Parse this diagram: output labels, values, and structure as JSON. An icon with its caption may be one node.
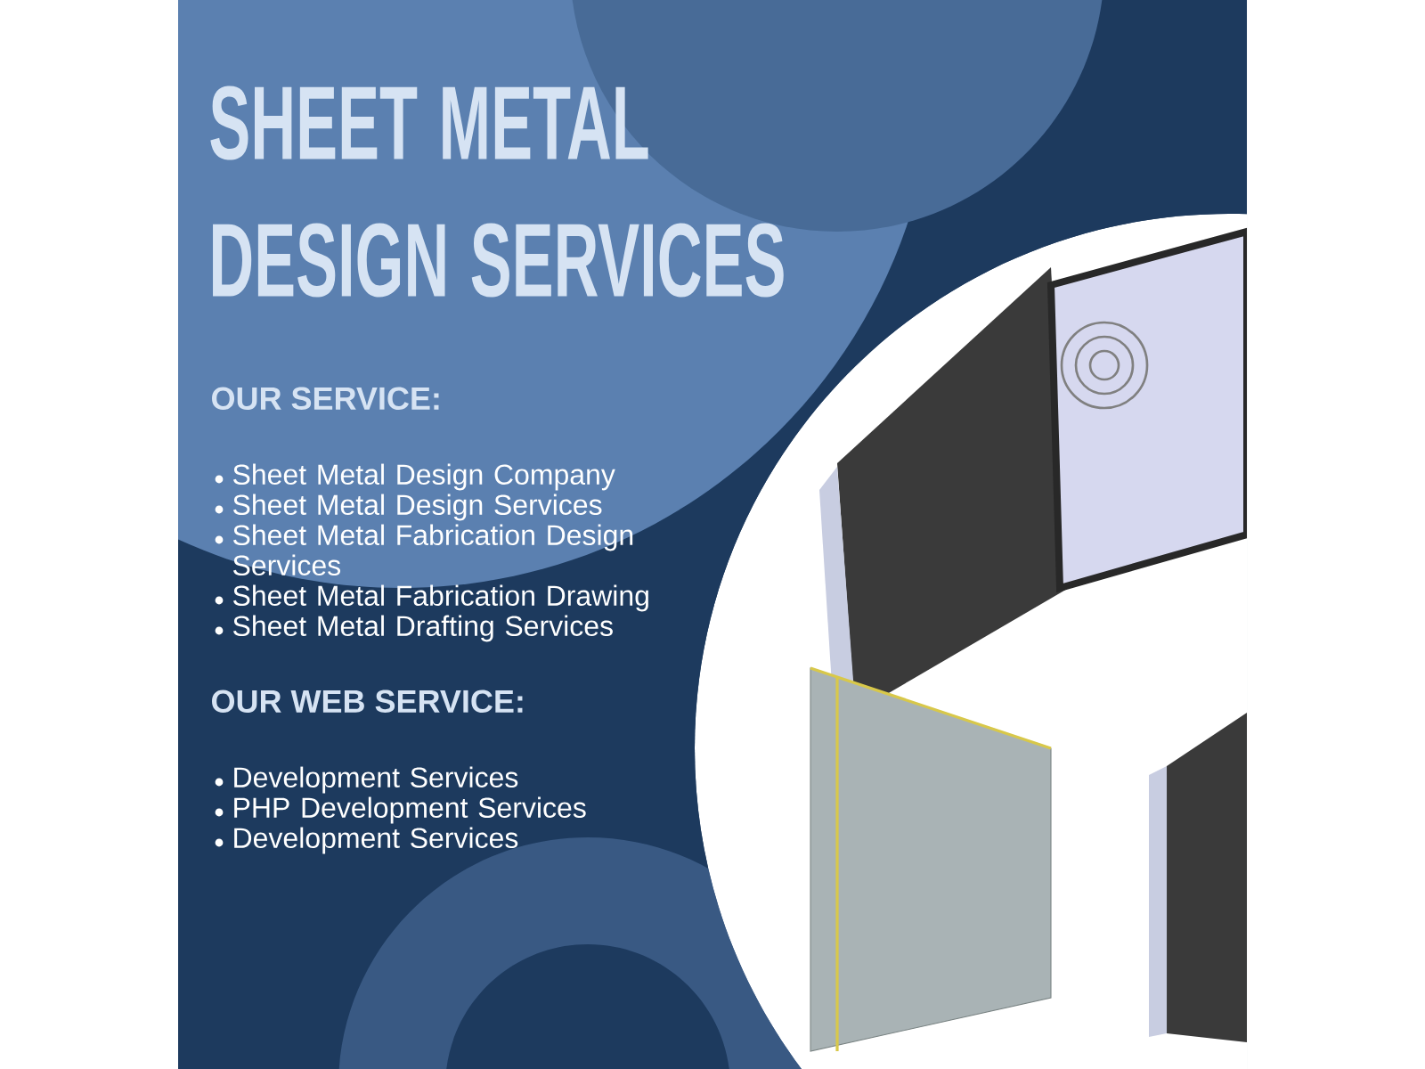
{
  "diagram": {
    "title": "SHEET METAL DESIGN SERVICES",
    "labels": [
      "OUR SERVICE:",
      "Sheet Metal Design Company",
      "Sheet Metal Design Services",
      "Sheet Metal Fabrication Design Services",
      "Sheet Metal Fabrication Drawing",
      "Sheet Metal Drafting Services",
      "OUR WEB SERVICE:",
      "Development Services",
      "PHP Development Services",
      "Development Services"
    ]
  }
}
